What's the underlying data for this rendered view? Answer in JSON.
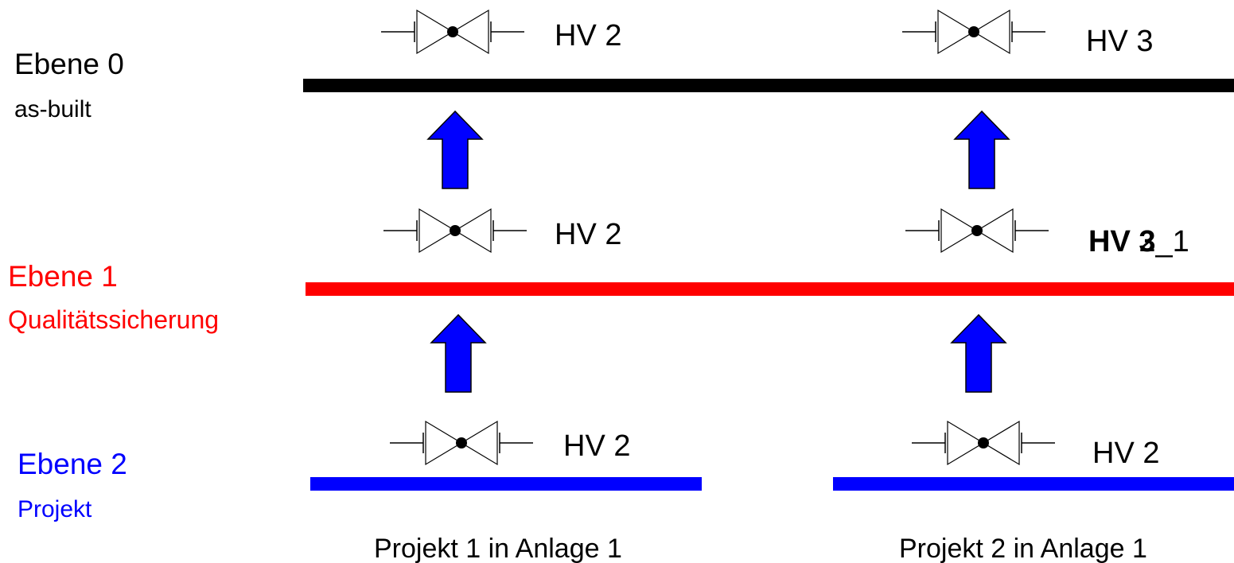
{
  "levels": [
    {
      "title": "Ebene 0",
      "subtitle": "as-built",
      "color": "#000000"
    },
    {
      "title": "Ebene 1",
      "subtitle": "Qualitätssicherung",
      "color": "#ff0000"
    },
    {
      "title": "Ebene 2",
      "subtitle": "Projekt",
      "color": "#0000ff"
    }
  ],
  "valves": {
    "level0_left": "HV 2",
    "level0_right": "HV 3",
    "level1_left": "HV 2",
    "level1_right_a": "HV 3",
    "level1_right_b": "HV 2_1",
    "level2_left": "HV 2",
    "level2_right": "HV 2"
  },
  "projects": [
    "Projekt 1 in Anlage 1",
    "Projekt 2 in Anlage 1"
  ],
  "arrow_color": "#0000ff",
  "icon": "gate-valve-icon"
}
